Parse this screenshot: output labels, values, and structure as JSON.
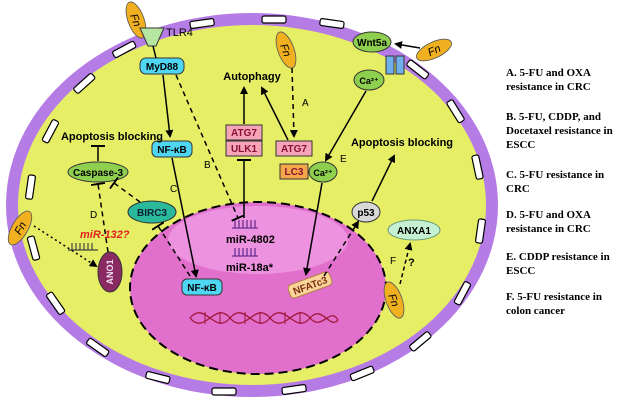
{
  "labels": {
    "fn": "Fn",
    "tlr4": "TLR4",
    "myd88": "MyD88",
    "wnt5a": "Wnt5a",
    "ca": "Ca²⁺",
    "autophagy": "Autophagy",
    "atg7": "ATG7",
    "ulk1": "ULK1",
    "lc3": "LC3",
    "nfkb": "NF-κB",
    "apoptosis_blocking": "Apoptosis blocking",
    "caspase3": "Caspase-3",
    "birc3": "BIRC3",
    "mir132": "miR-132?",
    "ano1": "ANO1",
    "mir4802": "miR-4802",
    "mir18a": "miR-18a*",
    "nfatc3": "NFATc3",
    "p53": "p53",
    "anxa1": "ANXA1",
    "question": "?",
    "letter_a": "A",
    "letter_b": "B",
    "letter_c": "C",
    "letter_d": "D",
    "letter_e": "E",
    "letter_f": "F"
  },
  "legend": [
    "A. 5-FU and OXA resistance in CRC",
    "B. 5-FU, CDDP, and Docetaxel resistance in ESCC",
    "C. 5-FU resistance in CRC",
    "D. 5-FU and OXA resistance in CRC",
    "E. CDDP resistance in ESCC",
    "F. 5-FU resistance in colon cancer"
  ],
  "colors": {
    "membrane": "#b67ce6",
    "cytoplasm": "#e6ee66",
    "nucleus": "#e070cc",
    "bacteria": "#f0b020",
    "cyan_box": "#4fd6f2",
    "pink_box": "#f6a4b8",
    "orange_box": "#f4a64a",
    "green_oval": "#8ecf4f",
    "teal_oval": "#2ab99a",
    "dark_oval": "#8a2a62",
    "mint_oval": "#c6f0d2",
    "red_text": "#e02020"
  }
}
